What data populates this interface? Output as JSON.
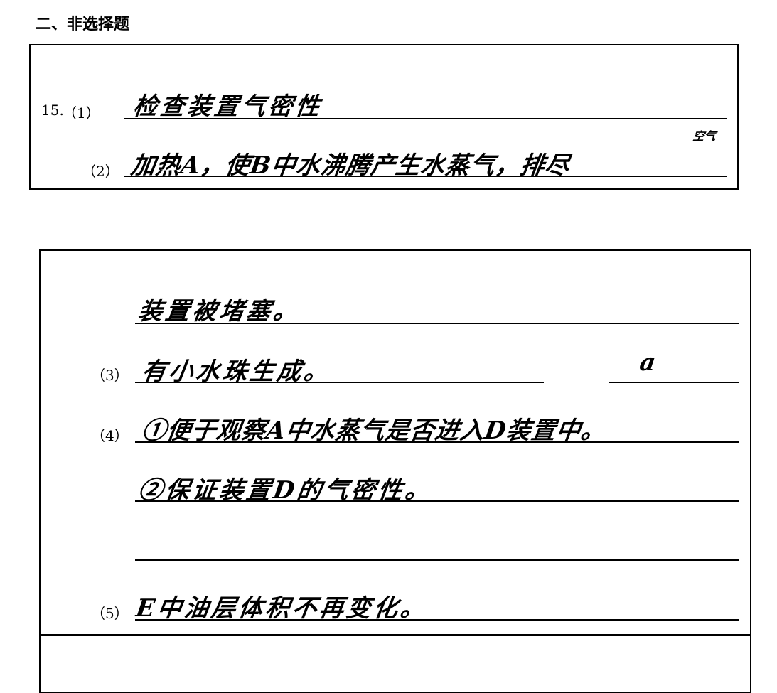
{
  "section_title": "二、非选择题",
  "box1": {
    "q_number": "15.",
    "items": [
      {
        "label": "（1）",
        "answer": "检查装置气密性"
      },
      {
        "label": "（2）",
        "answer": "加热A，使B中水沸腾产生水蒸气，排尽",
        "annotation": "空气"
      }
    ]
  },
  "box2": {
    "line_cont": "装置被堵塞。",
    "q3": {
      "label": "（3）",
      "answer": "有小水珠生成。",
      "answer2": "a"
    },
    "q4": {
      "label": "（4）",
      "answer1": "①便于观察A中水蒸气是否进入D装置中。",
      "answer2": "②保证装置D的气密性。"
    },
    "q5": {
      "label": "（5）",
      "answer": "E中油层体积不再变化。"
    }
  }
}
